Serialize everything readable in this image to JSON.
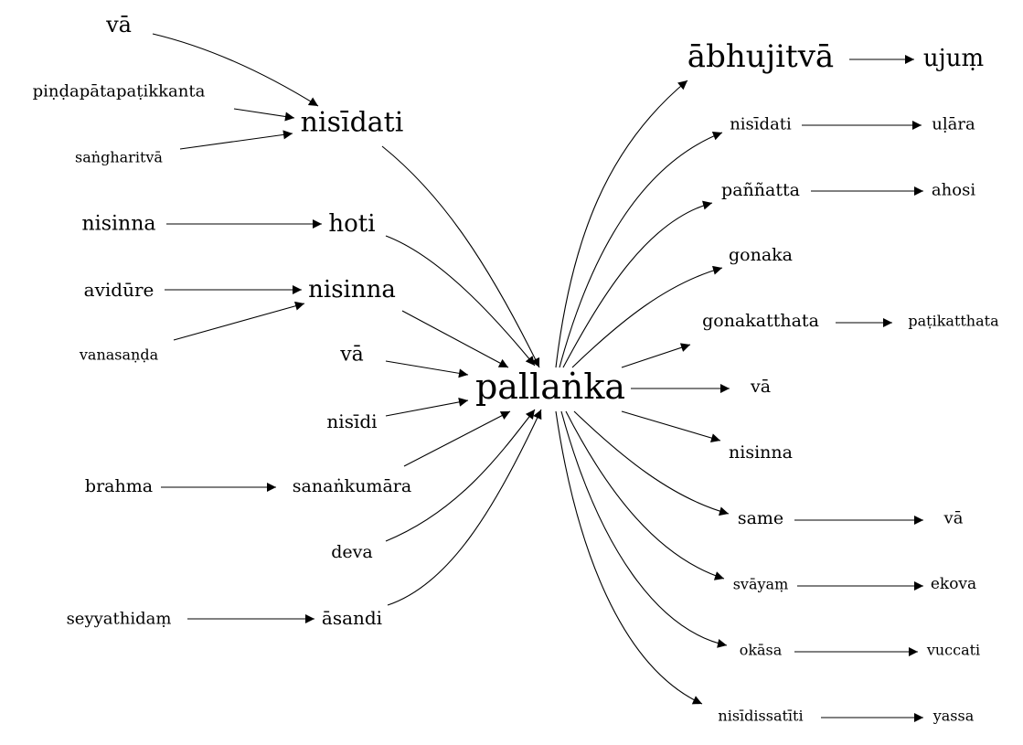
{
  "diagram": {
    "center": "pallaṅka",
    "nodes": [
      {
        "id": "n_va1",
        "label": "vā"
      },
      {
        "id": "n_pind",
        "label": "piṇḍapātapaṭikkanta"
      },
      {
        "id": "n_sangh",
        "label": "saṅgharitvā"
      },
      {
        "id": "n_nisidati_l",
        "label": "nisīdati"
      },
      {
        "id": "n_nisinna_l1",
        "label": "nisinna"
      },
      {
        "id": "n_hoti",
        "label": "hoti"
      },
      {
        "id": "n_avid",
        "label": "avidūre"
      },
      {
        "id": "n_nisinna_l2",
        "label": "nisinna"
      },
      {
        "id": "n_vanas",
        "label": "vanasaṇḍa"
      },
      {
        "id": "n_va2",
        "label": "vā"
      },
      {
        "id": "n_nisidi",
        "label": "nisīdi"
      },
      {
        "id": "n_brahma",
        "label": "brahma"
      },
      {
        "id": "n_sanank",
        "label": "sanaṅkumāra"
      },
      {
        "id": "n_deva",
        "label": "deva"
      },
      {
        "id": "n_seyy",
        "label": "seyyathidaṃ"
      },
      {
        "id": "n_asandi",
        "label": "āsandi"
      },
      {
        "id": "n_center",
        "label": "pallaṅka"
      },
      {
        "id": "n_abhuj",
        "label": "ābhujitvā"
      },
      {
        "id": "n_ujum",
        "label": "ujuṃ"
      },
      {
        "id": "n_nisidati_r",
        "label": "nisīdati"
      },
      {
        "id": "n_ulara",
        "label": "uḷāra"
      },
      {
        "id": "n_pann",
        "label": "paññatta"
      },
      {
        "id": "n_ahosi",
        "label": "ahosi"
      },
      {
        "id": "n_gonaka",
        "label": "gonaka"
      },
      {
        "id": "n_gonakat",
        "label": "gonakatthata"
      },
      {
        "id": "n_patik",
        "label": "paṭikatthata"
      },
      {
        "id": "n_va_r",
        "label": "vā"
      },
      {
        "id": "n_nisinna_r",
        "label": "nisinna"
      },
      {
        "id": "n_same",
        "label": "same"
      },
      {
        "id": "n_va_r2",
        "label": "vā"
      },
      {
        "id": "n_svay",
        "label": "svāyaṃ"
      },
      {
        "id": "n_ekova",
        "label": "ekova"
      },
      {
        "id": "n_okasa",
        "label": "okāsa"
      },
      {
        "id": "n_vucc",
        "label": "vuccati"
      },
      {
        "id": "n_nisidiss",
        "label": "nisīdissatīti"
      },
      {
        "id": "n_yassa",
        "label": "yassa"
      }
    ],
    "edges": [
      {
        "from": "vā",
        "to": "nisīdati"
      },
      {
        "from": "piṇḍapātapaṭikkanta",
        "to": "nisīdati"
      },
      {
        "from": "saṅgharitvā",
        "to": "nisīdati"
      },
      {
        "from": "nisīdati",
        "to": "pallaṅka"
      },
      {
        "from": "nisinna",
        "to": "hoti"
      },
      {
        "from": "hoti",
        "to": "pallaṅka"
      },
      {
        "from": "avidūre",
        "to": "nisinna"
      },
      {
        "from": "vanasaṇḍa",
        "to": "nisinna"
      },
      {
        "from": "nisinna",
        "to": "pallaṅka"
      },
      {
        "from": "vā",
        "to": "pallaṅka"
      },
      {
        "from": "nisīdi",
        "to": "pallaṅka"
      },
      {
        "from": "brahma",
        "to": "sanaṅkumāra"
      },
      {
        "from": "sanaṅkumāra",
        "to": "pallaṅka"
      },
      {
        "from": "deva",
        "to": "pallaṅka"
      },
      {
        "from": "seyyathidaṃ",
        "to": "āsandi"
      },
      {
        "from": "āsandi",
        "to": "pallaṅka"
      },
      {
        "from": "pallaṅka",
        "to": "ābhujitvā"
      },
      {
        "from": "ābhujitvā",
        "to": "ujuṃ"
      },
      {
        "from": "pallaṅka",
        "to": "nisīdati"
      },
      {
        "from": "nisīdati",
        "to": "uḷāra"
      },
      {
        "from": "pallaṅka",
        "to": "paññatta"
      },
      {
        "from": "paññatta",
        "to": "ahosi"
      },
      {
        "from": "pallaṅka",
        "to": "gonaka"
      },
      {
        "from": "pallaṅka",
        "to": "gonakatthata"
      },
      {
        "from": "gonakatthata",
        "to": "paṭikatthata"
      },
      {
        "from": "pallaṅka",
        "to": "vā"
      },
      {
        "from": "pallaṅka",
        "to": "nisinna"
      },
      {
        "from": "pallaṅka",
        "to": "same"
      },
      {
        "from": "same",
        "to": "vā"
      },
      {
        "from": "pallaṅka",
        "to": "svāyaṃ"
      },
      {
        "from": "svāyaṃ",
        "to": "ekova"
      },
      {
        "from": "pallaṅka",
        "to": "okāsa"
      },
      {
        "from": "okāsa",
        "to": "vuccati"
      },
      {
        "from": "pallaṅka",
        "to": "nisīdissatīti"
      },
      {
        "from": "nisīdissatīti",
        "to": "yassa"
      }
    ]
  }
}
